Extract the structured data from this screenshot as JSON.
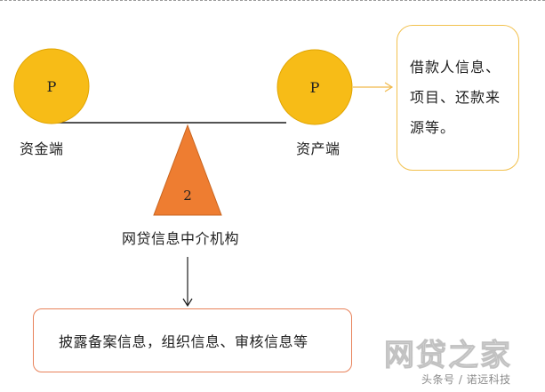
{
  "left_node": {
    "letter": "P",
    "label": "资金端"
  },
  "right_node": {
    "letter": "P",
    "label": "资产端"
  },
  "center_node": {
    "number": "2",
    "label": "网贷信息中介机构"
  },
  "info_box": {
    "lines": [
      "借款人信息、",
      "项目、还款来",
      "源等。"
    ]
  },
  "bottom_box": {
    "text": "披露备案信息，组织信息、审核信息等"
  },
  "watermark": {
    "logo": "网贷之家",
    "caption": "头条号 / 诺远科技"
  },
  "colors": {
    "circle_fill": "#f7bc17",
    "circle_stroke": "#e0a400",
    "triangle_fill": "#ee7d31",
    "triangle_stroke": "#c8641f",
    "info_box_border": "#f2c14e",
    "bottom_box_border": "#e8825a",
    "arrow": "#f0b94a",
    "line": "#1a1a1a"
  }
}
